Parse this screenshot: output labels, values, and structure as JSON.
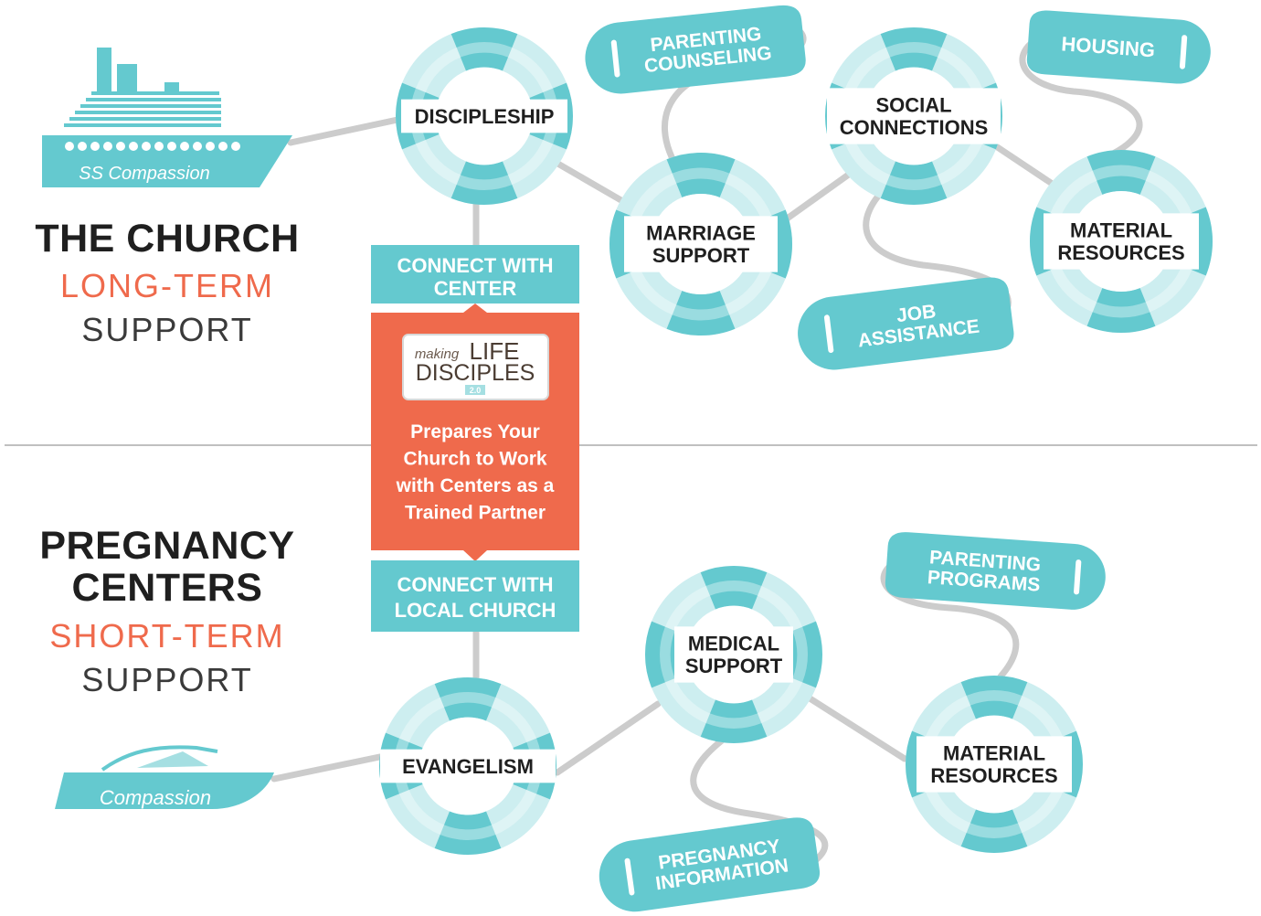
{
  "colors": {
    "teal": "#64c9cf",
    "teal_light": "#a5dfe2",
    "teal_pale": "#cdeef0",
    "orange": "#ef6a4c",
    "connector": "#cccccc",
    "divider": "#9a9a9a",
    "dark_text": "#1f1f1f"
  },
  "church": {
    "title": "THE CHURCH",
    "term": "LONG-TERM",
    "support": "SUPPORT",
    "ship_name": "SS Compassion"
  },
  "centers": {
    "title_line1": "PREGNANCY",
    "title_line2": "CENTERS",
    "term": "SHORT-TERM",
    "support": "SUPPORT",
    "boat_name": "Compassion"
  },
  "bridge": {
    "connect_center": [
      "CONNECT WITH",
      "CENTER"
    ],
    "connect_church": [
      "CONNECT WITH",
      "LOCAL CHURCH"
    ],
    "logo": {
      "making": "making",
      "life": "LIFE",
      "disciples": "DISCIPLES",
      "version": "2.0"
    },
    "description": [
      "Prepares Your",
      "Church to Work",
      "with Centers as a",
      "Trained Partner"
    ]
  },
  "rings": {
    "discipleship": [
      "DISCIPLESHIP"
    ],
    "marriage": [
      "MARRIAGE",
      "SUPPORT"
    ],
    "social": [
      "SOCIAL",
      "CONNECTIONS"
    ],
    "material_top": [
      "MATERIAL",
      "RESOURCES"
    ],
    "evangelism": [
      "EVANGELISM"
    ],
    "medical": [
      "MEDICAL",
      "SUPPORT"
    ],
    "material_bottom": [
      "MATERIAL",
      "RESOURCES"
    ]
  },
  "tags": {
    "parenting_counseling": [
      "PARENTING",
      "COUNSELING"
    ],
    "housing": [
      "HOUSING"
    ],
    "job_assistance": [
      "JOB",
      "ASSISTANCE"
    ],
    "parenting_programs": [
      "PARENTING",
      "PROGRAMS"
    ],
    "pregnancy_information": [
      "PREGNANCY",
      "INFORMATION"
    ]
  }
}
